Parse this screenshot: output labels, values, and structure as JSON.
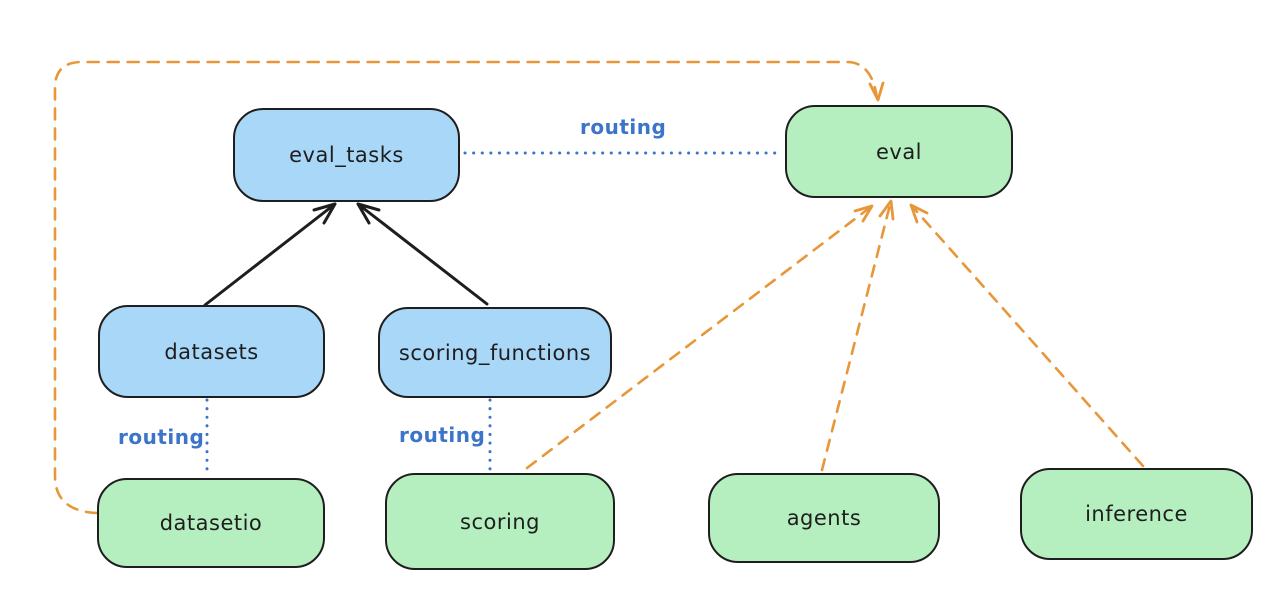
{
  "colors": {
    "background": "#ffffff",
    "node_border": "#1e1e1e",
    "blue_node_fill": "#a9d7f7",
    "green_node_fill": "#b6efbf",
    "routing_blue": "#3b74c8",
    "relation_orange": "#e8963a",
    "arrow_black": "#1e1e1e"
  },
  "nodes": {
    "eval_tasks": {
      "label": "eval_tasks",
      "fill": "blue"
    },
    "eval": {
      "label": "eval",
      "fill": "green"
    },
    "datasets": {
      "label": "datasets",
      "fill": "blue"
    },
    "scoring_functions": {
      "label": "scoring_functions",
      "fill": "blue"
    },
    "datasetio": {
      "label": "datasetio",
      "fill": "green"
    },
    "scoring": {
      "label": "scoring",
      "fill": "green"
    },
    "agents": {
      "label": "agents",
      "fill": "green"
    },
    "inference": {
      "label": "inference",
      "fill": "green"
    }
  },
  "edge_labels": {
    "eval_tasks_to_eval": "routing",
    "datasets_to_datasetio": "routing",
    "scoring_functions_to_scoring": "routing"
  }
}
